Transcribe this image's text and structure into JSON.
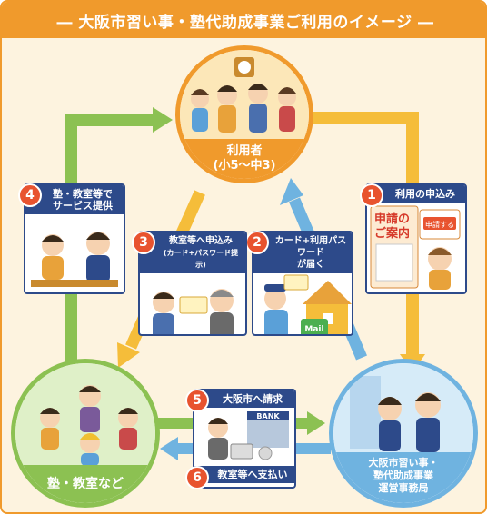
{
  "title": "― 大阪市習い事・塾代助成事業ご利用のイメージ ―",
  "users": {
    "label_line1": "利用者",
    "label_line2": "(小5〜中3)"
  },
  "school": {
    "label": "塾・教室など"
  },
  "office": {
    "label_line1": "大阪市習い事・",
    "label_line2": "塾代助成事業",
    "label_line3": "運営事務局"
  },
  "steps": [
    {
      "num": "1",
      "line1": "利用の申込み",
      "line2": ""
    },
    {
      "num": "2",
      "line1": "カード+利用パスワード",
      "line2": "が届く"
    },
    {
      "num": "3",
      "line1": "教室等へ申込み",
      "line2": "(カード+パスワード提示)"
    },
    {
      "num": "4",
      "line1": "塾・教室等で",
      "line2": "サービス提供"
    },
    {
      "num": "5",
      "line1": "大阪市へ請求",
      "line2": ""
    },
    {
      "num": "6",
      "line1": "教室等へ支払い",
      "line2": ""
    }
  ],
  "art_text": {
    "application_headline_1": "申請の",
    "application_headline_2": "ご案内",
    "apply_button": "申請する",
    "mail": "Mail",
    "bank": "BANK"
  },
  "colors": {
    "orange": "#f09a2c",
    "green": "#8cc152",
    "blue": "#6fb3e0",
    "navy": "#2d4a8a",
    "badge_red": "#e8532f"
  }
}
